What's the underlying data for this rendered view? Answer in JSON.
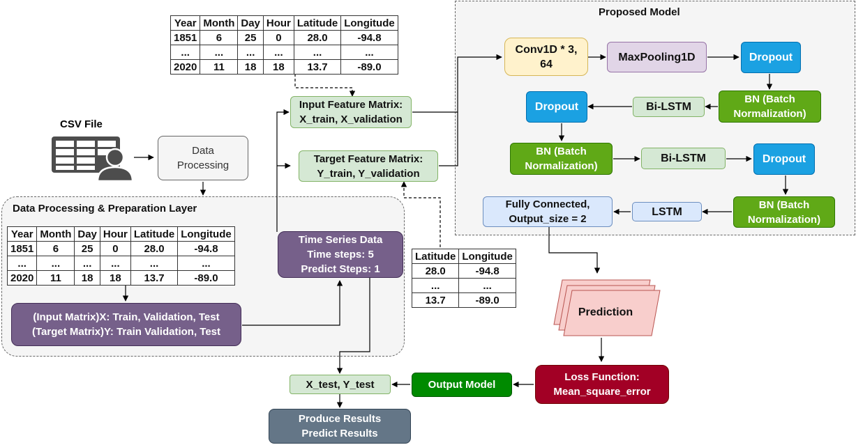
{
  "regions": {
    "proposed_model": {
      "title": "Proposed Model"
    },
    "prep_layer": {
      "title": "Data Processing & Preparation Layer"
    }
  },
  "csv_file": {
    "label": "CSV File",
    "icon": "csv-user-icon"
  },
  "tables": {
    "top": {
      "headers": [
        "Year",
        "Month",
        "Day",
        "Hour",
        "Latitude",
        "Longitude"
      ],
      "rows": [
        [
          "1851",
          "6",
          "25",
          "0",
          "28.0",
          "-94.8"
        ],
        [
          "...",
          "...",
          "...",
          "...",
          "...",
          "..."
        ],
        [
          "2020",
          "11",
          "18",
          "18",
          "13.7",
          "-89.0"
        ]
      ]
    },
    "layer": {
      "headers": [
        "Year",
        "Month",
        "Day",
        "Hour",
        "Latitude",
        "Longitude"
      ],
      "rows": [
        [
          "1851",
          "6",
          "25",
          "0",
          "28.0",
          "-94.8"
        ],
        [
          "...",
          "...",
          "...",
          "...",
          "...",
          "..."
        ],
        [
          "2020",
          "11",
          "18",
          "18",
          "13.7",
          "-89.0"
        ]
      ]
    },
    "target": {
      "headers": [
        "Latitude",
        "Longitude"
      ],
      "rows": [
        [
          "28.0",
          "-94.8"
        ],
        [
          "...",
          "..."
        ],
        [
          "13.7",
          "-89.0"
        ]
      ]
    }
  },
  "nodes": {
    "data_processing": "Data\nProcessing",
    "input_matrix": "(Input Matrix)X: Train, Validation, Test\n(Target Matrix)Y: Train Validation, Test",
    "time_series": "Time Series Data\nTime steps: 5\nPredict Steps: 1",
    "input_feature": "Input Feature Matrix:\nX_train, X_validation",
    "target_feature": "Target Feature Matrix:\nY_train, Y_validation",
    "conv1d": "Conv1D * 3,\n64",
    "maxpool": "MaxPooling1D",
    "dropout1": "Dropout",
    "bn1": "BN (Batch\nNormalization)",
    "bilstm1": "Bi-LSTM",
    "dropout2": "Dropout",
    "bn2": "BN (Batch\nNormalization)",
    "bilstm2": "Bi-LSTM",
    "dropout3": "Dropout",
    "bn3": "BN (Batch\nNormalization)",
    "lstm": "LSTM",
    "fully_connected": "Fully Connected,\nOutput_size = 2",
    "prediction": "Prediction",
    "loss": "Loss Function:\nMean_square_error",
    "output_model": "Output Model",
    "xy_test": "X_test, Y_test",
    "produce": "Produce Results\nPredict Results"
  },
  "colors": {
    "green_light": "#d5e8d4",
    "blue_light": "#dae8fc",
    "blue": "#1ba1e2",
    "green": "#60a917",
    "yellow": "#fff2cc",
    "purple_light": "#e1d5e7",
    "purple": "#76608a",
    "dark_green": "#008a00",
    "red": "#a20025",
    "slate": "#647687",
    "prediction_fill": "#f8cecc"
  }
}
